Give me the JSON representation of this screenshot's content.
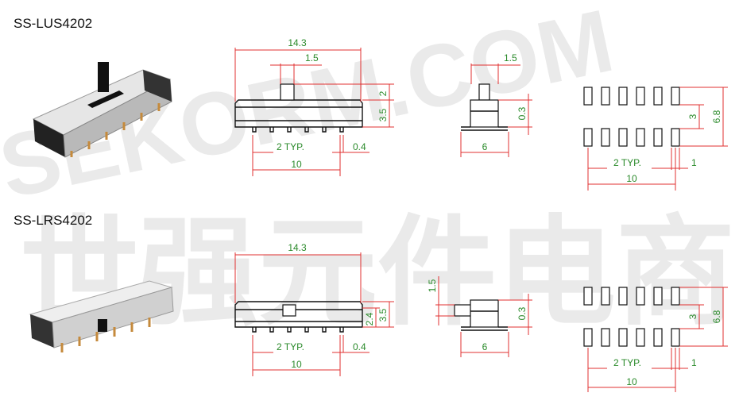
{
  "watermark": {
    "line1": "SEKORM.COM",
    "line2": "世强元件电商"
  },
  "colors": {
    "dimension_line": "#e03030",
    "dimension_text": "#2a8a2a",
    "outline": "#111111"
  },
  "products": [
    {
      "name": "SS-LUS4202",
      "front": {
        "overall": "14.3",
        "actuator": "1.5",
        "pitch": "2 TYP.",
        "pin": "0.4",
        "span": "10",
        "act_height": "2",
        "body_height": "3.5"
      },
      "side": {
        "actuator": "1.5",
        "pin": "0.3",
        "width": "6"
      },
      "footprint": {
        "height": "6.8",
        "row_gap": "3",
        "pitch": "2 TYP.",
        "pad": "1",
        "span": "10"
      }
    },
    {
      "name": "SS-LRS4202",
      "front": {
        "overall": "14.3",
        "pitch": "2 TYP.",
        "pin": "0.4",
        "span": "10",
        "height_a": "2.4",
        "height_b": "3.5"
      },
      "side": {
        "actuator": "1.5",
        "pin": "0.3",
        "width": "6"
      },
      "footprint": {
        "height": "6.8",
        "row_gap": "3",
        "pitch": "2 TYP.",
        "pad": "1",
        "span": "10"
      }
    }
  ]
}
